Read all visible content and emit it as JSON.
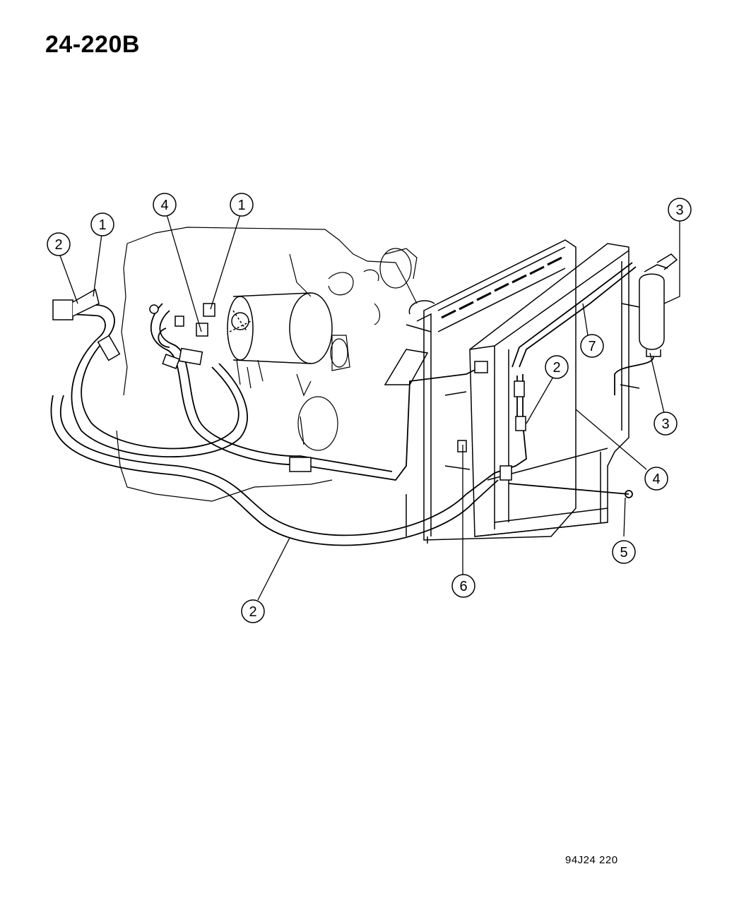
{
  "page": {
    "title": "24-220B",
    "figure_code": "94J24  220"
  },
  "callouts": [
    {
      "id": "c-2-left",
      "label": "2"
    },
    {
      "id": "c-1-left",
      "label": "1"
    },
    {
      "id": "c-4-top",
      "label": "4"
    },
    {
      "id": "c-1-top",
      "label": "1"
    },
    {
      "id": "c-3-top",
      "label": "3"
    },
    {
      "id": "c-7",
      "label": "7"
    },
    {
      "id": "c-2-mid",
      "label": "2"
    },
    {
      "id": "c-3-mid",
      "label": "3"
    },
    {
      "id": "c-4-right",
      "label": "4"
    },
    {
      "id": "c-5",
      "label": "5"
    },
    {
      "id": "c-6",
      "label": "6"
    },
    {
      "id": "c-2-bottom",
      "label": "2"
    }
  ],
  "colors": {
    "line": "#000000",
    "background": "#ffffff"
  }
}
